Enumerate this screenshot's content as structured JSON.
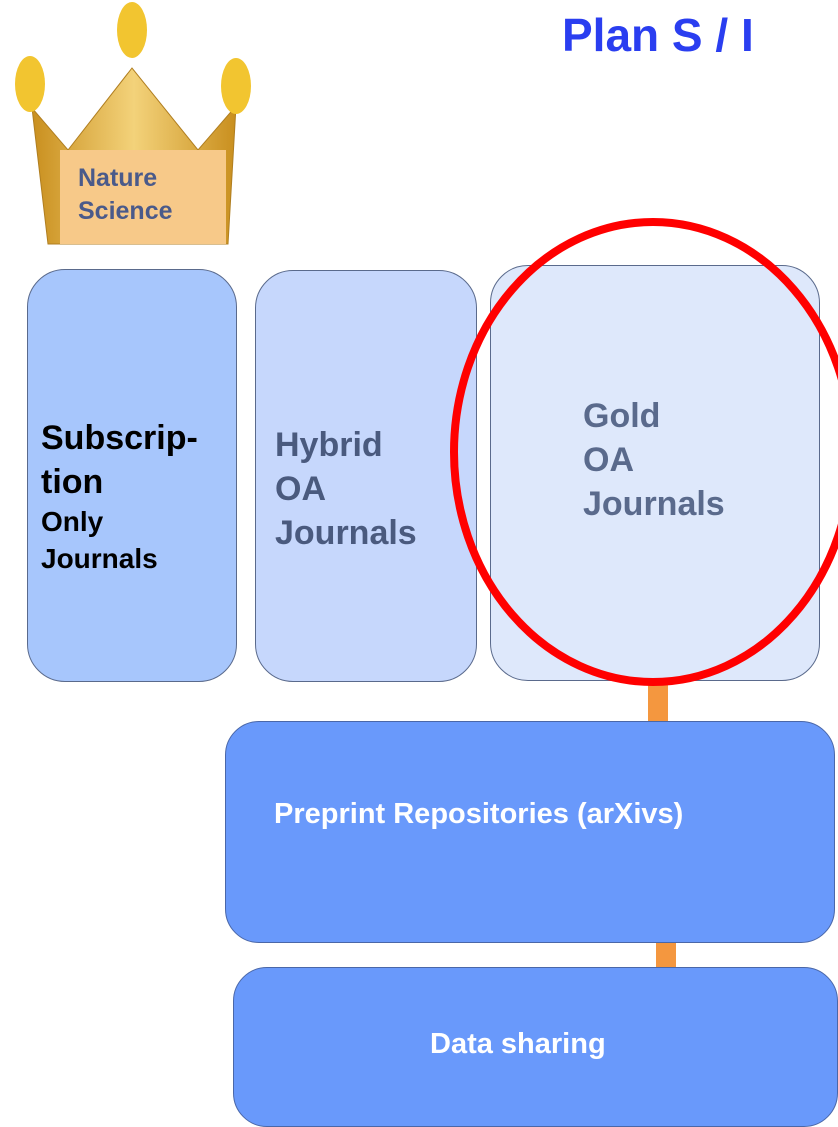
{
  "title": "Plan S / I",
  "crown": {
    "label_line1": "Nature",
    "label_line2": "Science",
    "body_color": "#E8B33C",
    "tip_color": "#F2C530",
    "label_bg": "#F7C989"
  },
  "boxes": {
    "subscription": {
      "line1": "Subscrip-",
      "line2": "tion",
      "line3": "Only",
      "line4": "Journals",
      "fill": "#A7C6FC"
    },
    "hybrid": {
      "line1": "Hybrid",
      "line2": "OA",
      "line3": "Journals",
      "fill": "#C6D7FC"
    },
    "gold": {
      "line1": "Gold",
      "line2": "OA",
      "line3": "Journals",
      "fill": "#DEE8FB"
    }
  },
  "preprint": {
    "label": "Preprint Repositories (arXivs)",
    "fill": "#6999FB"
  },
  "data_sharing": {
    "label": "Data sharing",
    "fill": "#6999FB"
  },
  "highlight": {
    "color": "#FF0000"
  },
  "connector_color": "#F4973F",
  "title_color": "#2A3EF0"
}
